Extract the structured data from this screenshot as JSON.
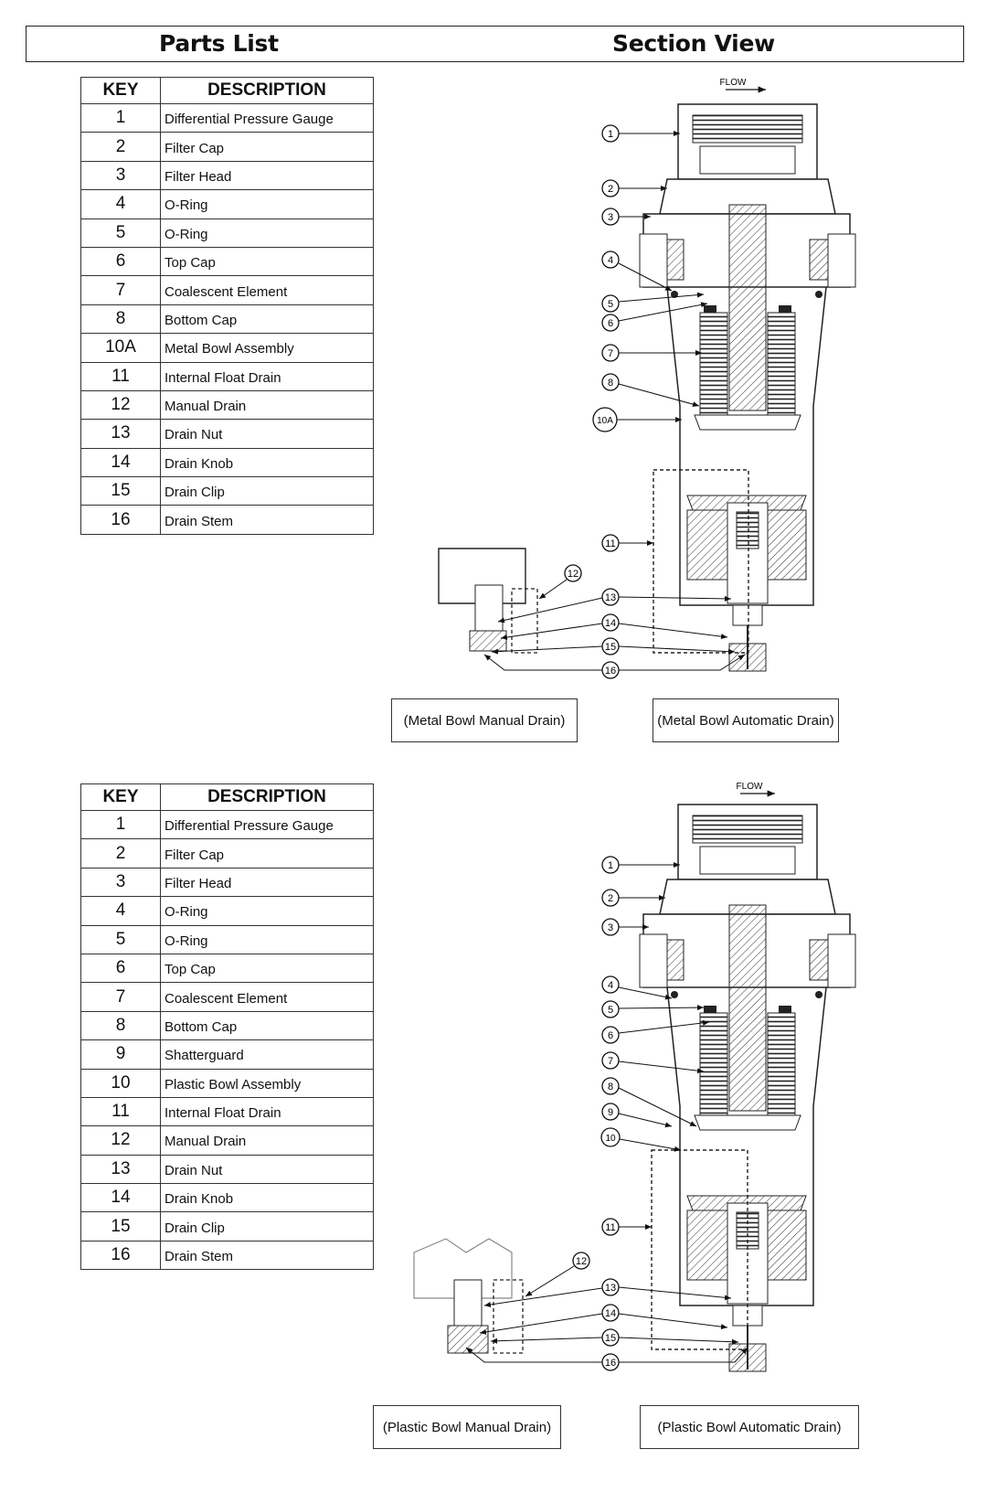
{
  "header": {
    "left_title": "Parts List",
    "right_title": "Section View"
  },
  "tables": [
    {
      "col_key": "KEY",
      "col_desc": "DESCRIPTION",
      "rows": [
        {
          "key": "1",
          "desc": "Differential Pressure Gauge"
        },
        {
          "key": "2",
          "desc": "Filter Cap"
        },
        {
          "key": "3",
          "desc": "Filter Head"
        },
        {
          "key": "4",
          "desc": "O-Ring"
        },
        {
          "key": "5",
          "desc": "O-Ring"
        },
        {
          "key": "6",
          "desc": "Top Cap"
        },
        {
          "key": "7",
          "desc": "Coalescent Element"
        },
        {
          "key": "8",
          "desc": "Bottom Cap"
        },
        {
          "key": "10A",
          "desc": "Metal Bowl Assembly"
        },
        {
          "key": "11",
          "desc": "Internal Float Drain"
        },
        {
          "key": "12",
          "desc": "Manual Drain"
        },
        {
          "key": "13",
          "desc": "Drain Nut"
        },
        {
          "key": "14",
          "desc": "Drain Knob"
        },
        {
          "key": "15",
          "desc": "Drain Clip"
        },
        {
          "key": "16",
          "desc": "Drain Stem"
        }
      ]
    },
    {
      "col_key": "KEY",
      "col_desc": "DESCRIPTION",
      "rows": [
        {
          "key": "1",
          "desc": "Differential Pressure Gauge"
        },
        {
          "key": "2",
          "desc": "Filter Cap"
        },
        {
          "key": "3",
          "desc": "Filter Head"
        },
        {
          "key": "4",
          "desc": "O-Ring"
        },
        {
          "key": "5",
          "desc": "O-Ring"
        },
        {
          "key": "6",
          "desc": "Top Cap"
        },
        {
          "key": "7",
          "desc": "Coalescent Element"
        },
        {
          "key": "8",
          "desc": "Bottom Cap"
        },
        {
          "key": "9",
          "desc": "Shatterguard"
        },
        {
          "key": "10",
          "desc": "Plastic Bowl Assembly"
        },
        {
          "key": "11",
          "desc": "Internal Float Drain"
        },
        {
          "key": "12",
          "desc": "Manual Drain"
        },
        {
          "key": "13",
          "desc": "Drain Nut"
        },
        {
          "key": "14",
          "desc": "Drain Knob"
        },
        {
          "key": "15",
          "desc": "Drain Clip"
        },
        {
          "key": "16",
          "desc": "Drain Stem"
        }
      ]
    }
  ],
  "diagrams": [
    {
      "flow_label": "FLOW",
      "callouts": [
        "1",
        "2",
        "3",
        "4",
        "5",
        "6",
        "7",
        "8",
        "10A",
        "11",
        "12",
        "13",
        "14",
        "15",
        "16"
      ],
      "caption_manual": "(Metal Bowl Manual Drain)",
      "caption_auto": "(Metal Bowl Automatic Drain)"
    },
    {
      "flow_label": "FLOW",
      "callouts": [
        "1",
        "2",
        "3",
        "4",
        "5",
        "6",
        "7",
        "8",
        "9",
        "10",
        "11",
        "12",
        "13",
        "14",
        "15",
        "16"
      ],
      "caption_manual": "(Plastic Bowl Manual Drain)",
      "caption_auto": "(Plastic Bowl Automatic Drain)"
    }
  ]
}
